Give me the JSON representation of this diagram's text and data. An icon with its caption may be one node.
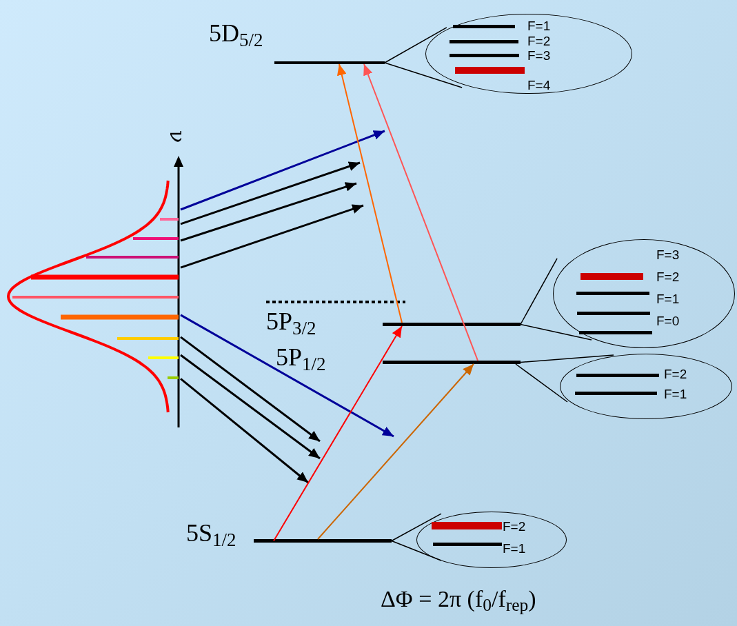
{
  "diagram": {
    "nodes": [
      {
        "text": [],
        "shape": "bar",
        "beside": [
          "5D$_{5/2}$"
        ]
      },
      {
        "text": [],
        "shape": "ellipse"
      },
      {
        "text": [
          "F=1"
        ],
        "in": 1
      },
      {
        "text": [
          "F=2"
        ],
        "in": 1
      },
      {
        "text": [
          "F=3"
        ],
        "in": 1
      },
      {
        "text": [
          "F=4"
        ],
        "in": 1
      },
      {
        "text": [],
        "shape": "picture"
      },
      {
        "text": [],
        "shape": "bar",
        "beside": [
          "5P$_{3/2}$"
        ]
      },
      {
        "text": [],
        "shape": "bar",
        "beside": [
          "5P$_{1/2}$"
        ]
      },
      {
        "text": [],
        "shape": "ellipse"
      },
      {
        "text": [
          "F=3"
        ],
        "in": 9
      },
      {
        "text": [
          "F=2"
        ],
        "in": 9
      },
      {
        "text": [
          "F=1"
        ],
        "in": 9
      },
      {
        "text": [
          "F=0"
        ],
        "in": 9
      },
      {
        "text": [],
        "shape": "ellipse"
      },
      {
        "text": [
          "F=2"
        ],
        "in": 14
      },
      {
        "text": [
          "F=1"
        ],
        "in": 14
      },
      {
        "text": [],
        "shape": "bar",
        "beside": [
          "5S$_{1/2}$"
        ]
      },
      {
        "text": [],
        "shape": "ellipse"
      },
      {
        "text": [
          "F=2"
        ],
        "in": 18
      },
      {
        "text": [
          "F=1"
        ],
        "in": 18
      }
    ],
    "edges": [
      {
        "from": 0,
        "to": 1,
        "arrow": "none"
      },
      {
        "from": 0,
        "to": 1,
        "arrow": "none"
      },
      {
        "from": 6,
        "to": null,
        "arrow": "to",
        "color": "#000099"
      },
      {
        "from": 6,
        "to": null,
        "arrow": "to"
      },
      {
        "from": 6,
        "to": null,
        "arrow": "to"
      },
      {
        "from": 6,
        "to": null,
        "arrow": "to"
      },
      {
        "from": 6,
        "to": null,
        "arrow": "to",
        "color": "#000099"
      },
      {
        "from": 6,
        "to": null,
        "arrow": "to"
      },
      {
        "from": 6,
        "to": null,
        "arrow": "to"
      },
      {
        "from": 6,
        "to": null,
        "arrow": "to"
      },
      {
        "from": 7,
        "to": 9,
        "arrow": "none"
      },
      {
        "from": 7,
        "to": 9,
        "arrow": "none"
      },
      {
        "from": 8,
        "to": 14,
        "arrow": "none"
      },
      {
        "from": 8,
        "to": 14,
        "arrow": "none"
      },
      {
        "from": 17,
        "to": 18,
        "arrow": "none"
      },
      {
        "from": 17,
        "to": 18,
        "arrow": "none"
      },
      {
        "from": 17,
        "to": 7,
        "arrow": "to",
        "color": "#ff0000"
      },
      {
        "from": 7,
        "to": 0,
        "arrow": "to",
        "color": "#ff6600"
      },
      {
        "from": 17,
        "to": 8,
        "arrow": "to",
        "color": "#cc6600"
      },
      {
        "from": 8,
        "to": 0,
        "arrow": "to",
        "color": "#ff5555"
      }
    ],
    "labels": [
      "ν",
      "ΔΦ = 2π (f$_{0}$/f$_{rep}$)"
    ]
  }
}
